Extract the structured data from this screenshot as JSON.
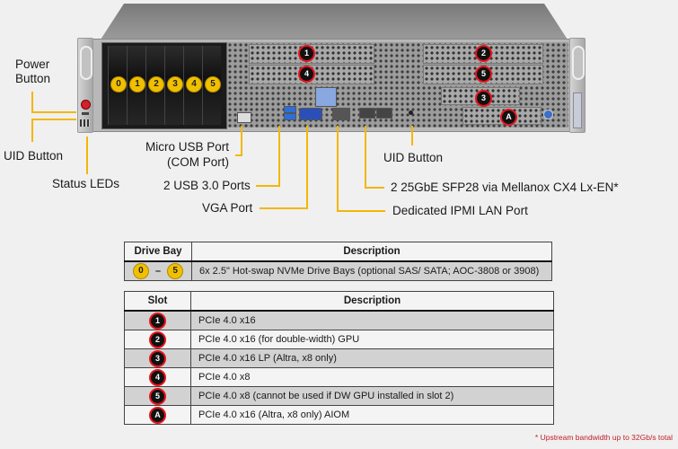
{
  "chassis": {
    "drive_bay_badges": [
      "0",
      "1",
      "2",
      "3",
      "4",
      "5"
    ],
    "slot_badges": {
      "top_left_upper": "1",
      "top_left_lower": "4",
      "top_right_upper": "2",
      "top_right_lower": "5",
      "mid_right": "3",
      "bottom_right": "A"
    },
    "colors": {
      "drive_badge": "#f0c000",
      "slot_badge_ring": "#e8141c",
      "callout_line": "#f2b705"
    }
  },
  "callouts": {
    "power_button": "Power\nButton",
    "power_button_l1": "Power",
    "power_button_l2": "Button",
    "uid_button_left": "UID  Button",
    "status_leds": "Status  LEDs",
    "micro_usb_l1": "Micro USB Port",
    "micro_usb_l2": "(COM Port)",
    "usb_ports": "2 USB 3.0 Ports",
    "vga_port": "VGA Port",
    "uid_button_right": "UID  Button",
    "sfp28": "2 25GbE SFP28 via  Mellanox  CX4 Lx-EN*",
    "ipmi_lan": "Dedicated IPMI  LAN Port"
  },
  "drive_table": {
    "headers": [
      "Drive Bay",
      "Description"
    ],
    "row": {
      "from": "0",
      "dash": "–",
      "to": "5",
      "description": "6x 2.5\" Hot-swap NVMe Drive Bays (optional SAS/ SATA; AOC-3808 or 3908)"
    }
  },
  "slot_table": {
    "headers": [
      "Slot",
      "Description"
    ],
    "rows": [
      {
        "slot": "1",
        "description": "PCIe 4.0 x16"
      },
      {
        "slot": "2",
        "description": "PCIe 4.0 x16 (for  double-width)  GPU"
      },
      {
        "slot": "3",
        "description": "PCIe 4.0 x16 LP (Altra, x8 only)"
      },
      {
        "slot": "4",
        "description": "PCIe 4.0 x8"
      },
      {
        "slot": "5",
        "description": "PCIe 4.0 x8 (cannot  be used if DW GPU installed in slot 2)"
      },
      {
        "slot": "A",
        "description": "PCIe 4.0 x16 (Altra, x8 only) AIOM"
      }
    ]
  },
  "footnote": "* Upstream bandwidth up to 32Gb/s total"
}
